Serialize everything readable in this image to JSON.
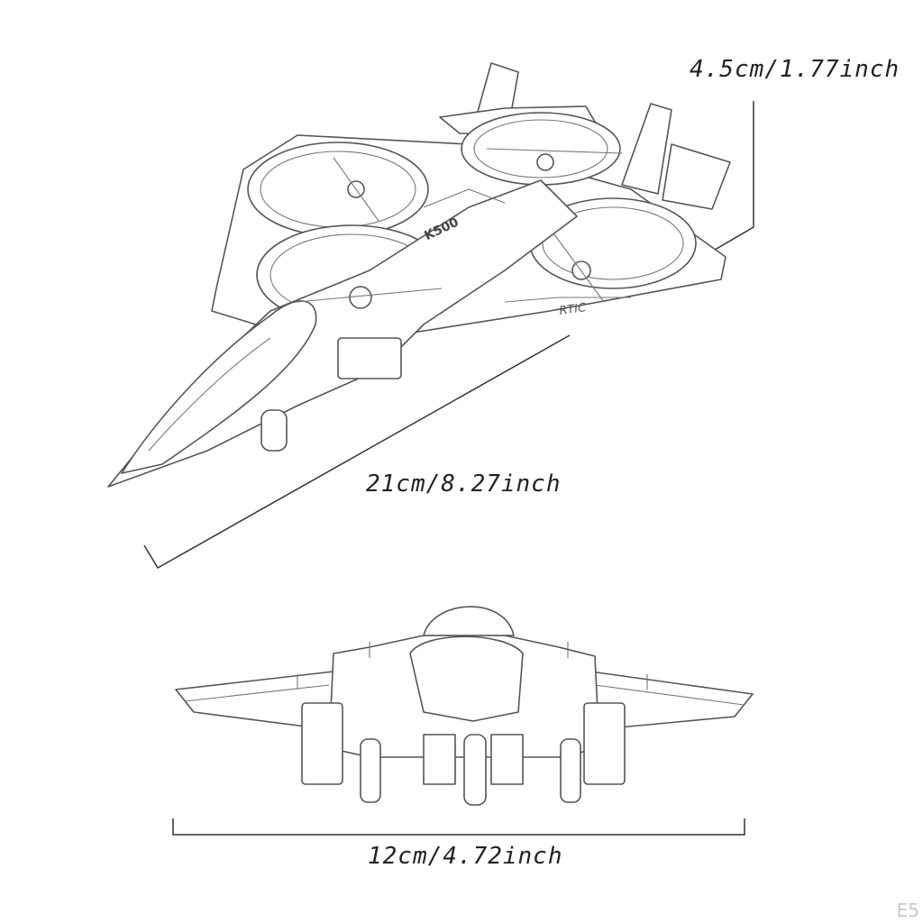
{
  "dimensions": {
    "height": "4.5cm/1.77inch",
    "length": "21cm/8.27inch",
    "width": "12cm/4.72inch"
  },
  "airframe_text": {
    "model_mark": "K500",
    "side_text": "RTIC"
  },
  "corner_mark": "E5"
}
